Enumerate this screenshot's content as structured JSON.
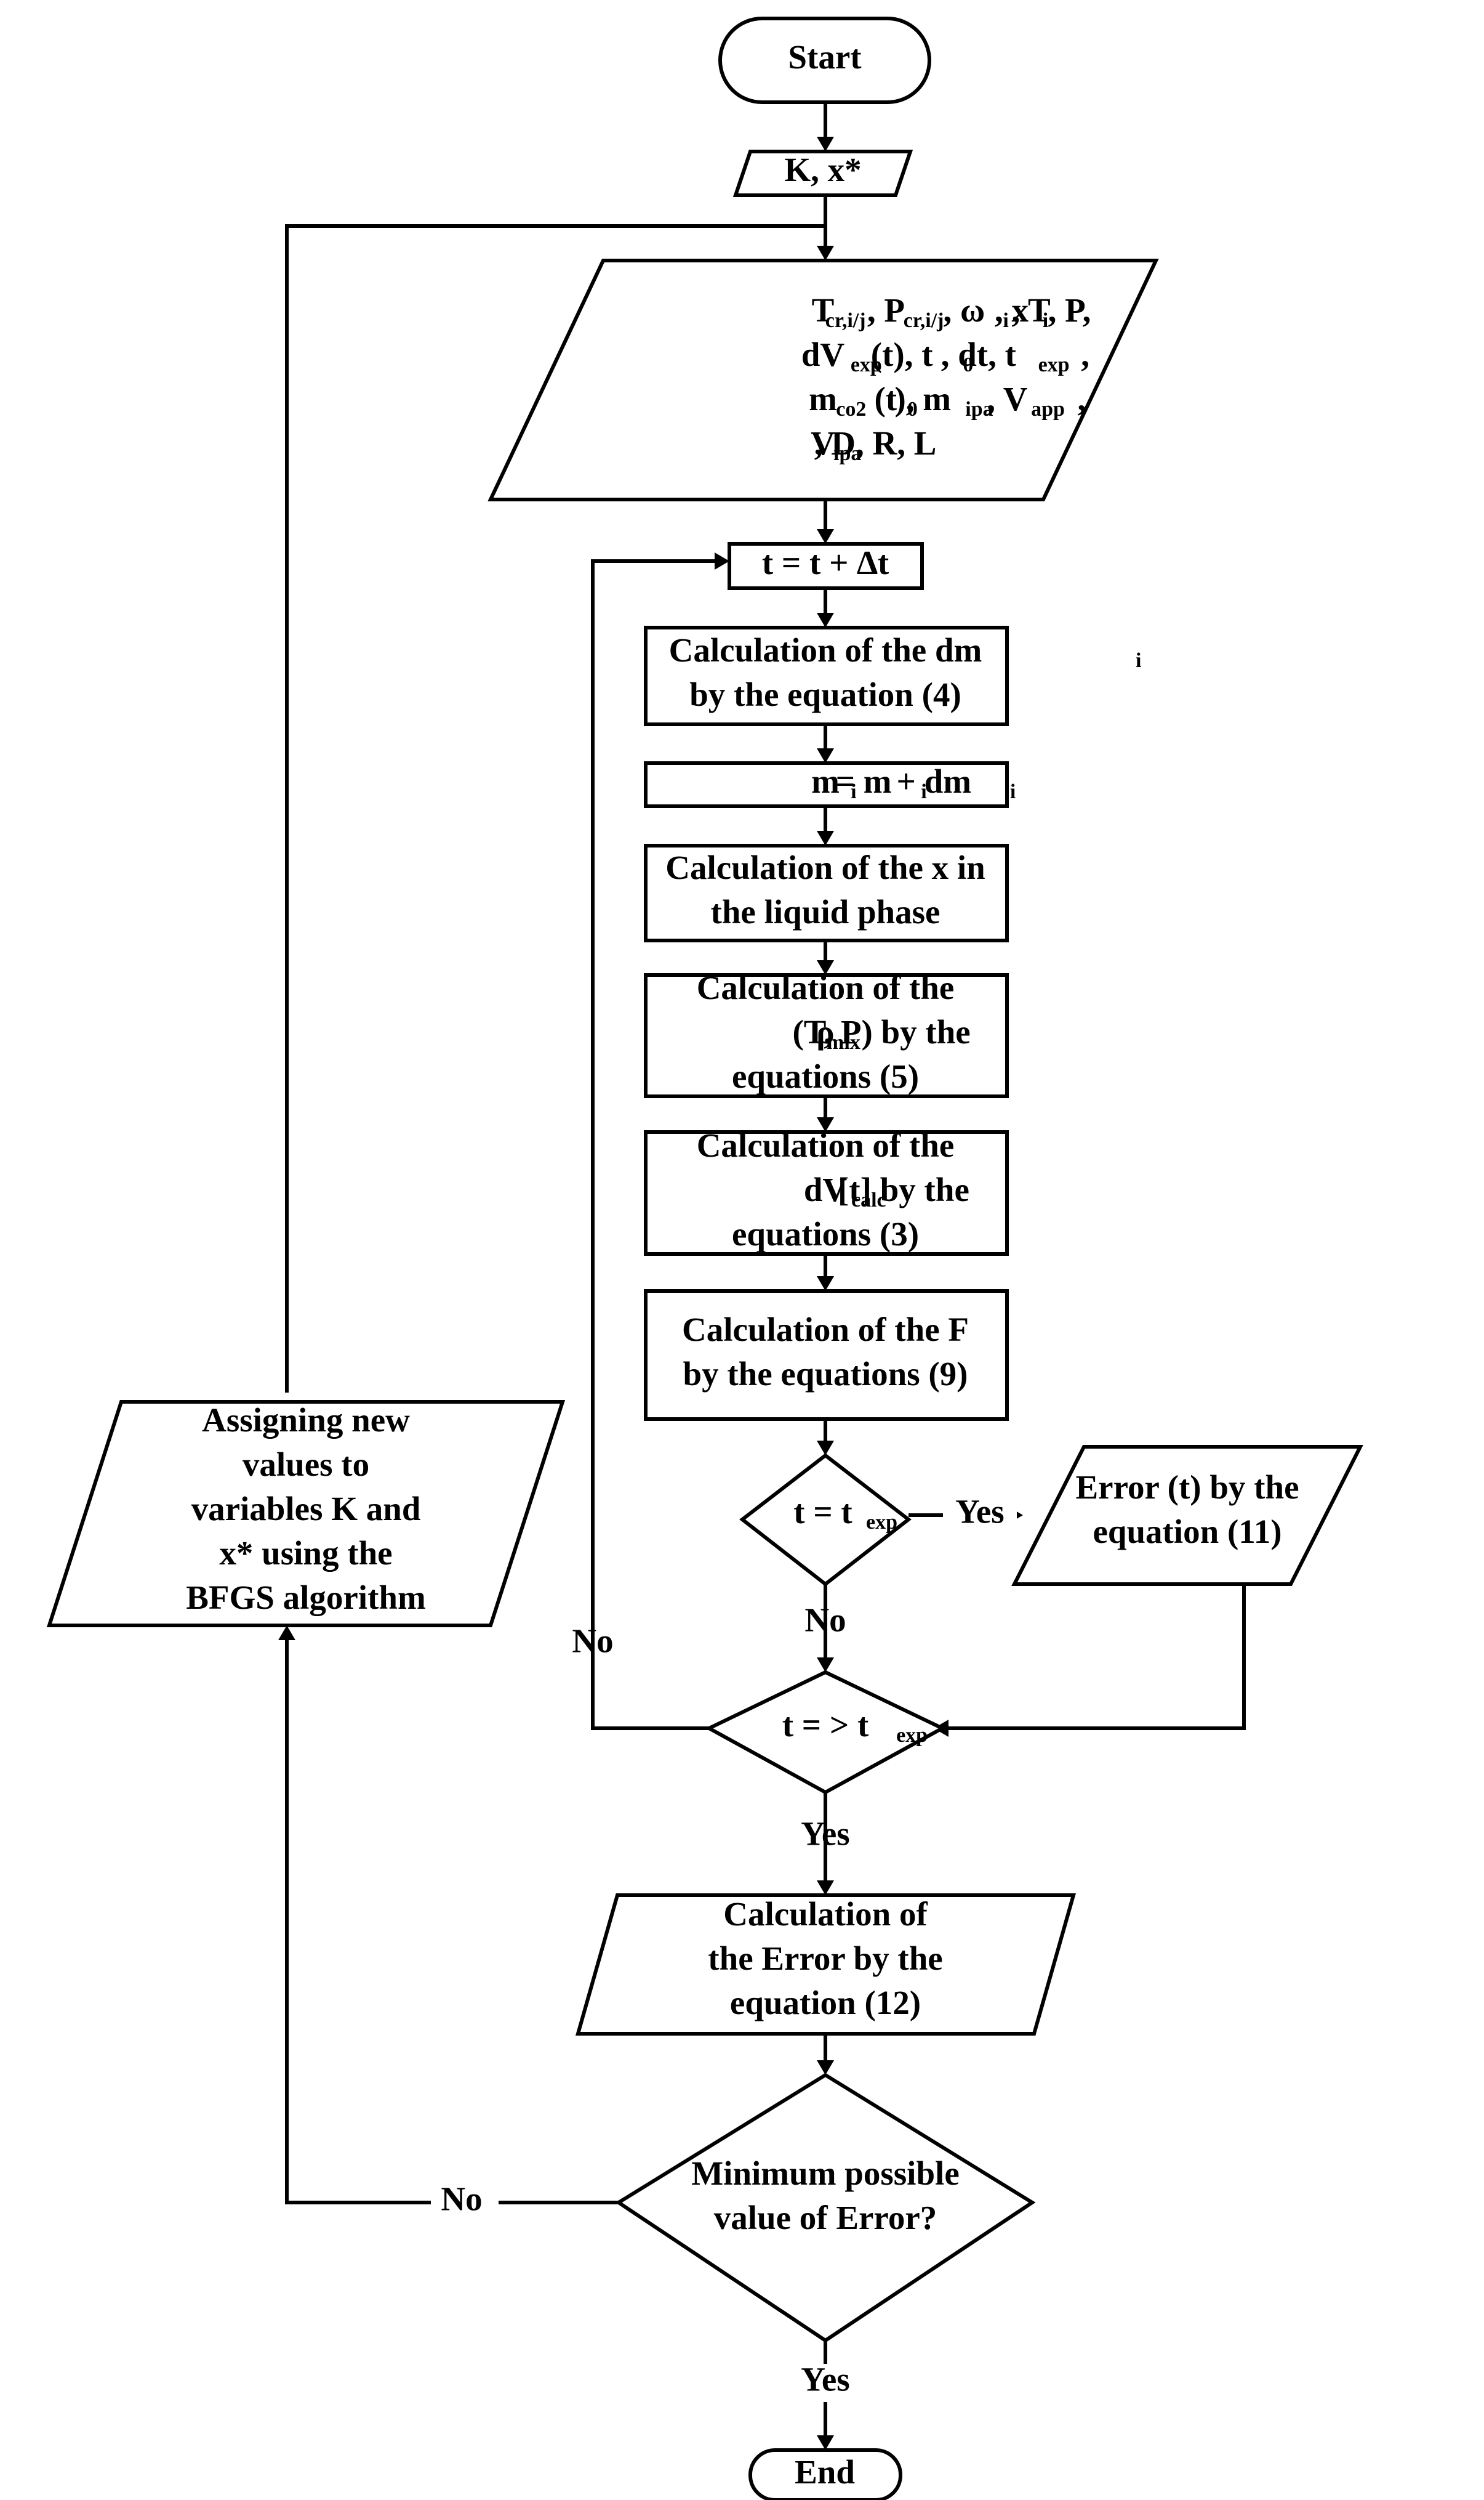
{
  "nodes": {
    "start": {
      "lines": [
        [
          {
            "t": "Start"
          }
        ]
      ]
    },
    "input_k": {
      "lines": [
        [
          {
            "t": "K, x*"
          }
        ]
      ]
    },
    "params": {
      "lines": [
        [
          {
            "t": "T"
          },
          {
            "s": "cr,i/j"
          },
          {
            "t": ", P"
          },
          {
            "s": "cr,i/j"
          },
          {
            "t": ", ω"
          },
          {
            "s": "i"
          },
          {
            "t": ", x"
          },
          {
            "s": "i"
          },
          {
            "t": ", T, P,"
          }
        ],
        [
          {
            "t": "dV"
          },
          {
            "s": "exp"
          },
          {
            "t": " (t), t"
          },
          {
            "s": "0"
          },
          {
            "t": ", dt, t"
          },
          {
            "s": "exp"
          },
          {
            "t": ","
          }
        ],
        [
          {
            "t": "m"
          },
          {
            "s": "co2"
          },
          {
            "t": " (t"
          },
          {
            "s": "0"
          },
          {
            "t": "), m"
          },
          {
            "s": "ipa"
          },
          {
            "t": ", V"
          },
          {
            "s": "app"
          },
          {
            "t": ","
          }
        ],
        [
          {
            "t": "V"
          },
          {
            "s": "ipa"
          },
          {
            "t": ", D, R, L"
          }
        ]
      ]
    },
    "step_t": {
      "lines": [
        [
          {
            "t": "t = t + ∆t"
          }
        ]
      ]
    },
    "calc_dm": {
      "lines": [
        [
          {
            "t": "Calculation of the dm"
          },
          {
            "s": "i"
          }
        ],
        [
          {
            "t": "by the equation (4)"
          }
        ]
      ]
    },
    "update_m": {
      "lines": [
        [
          {
            "t": "m"
          },
          {
            "s": "i"
          },
          {
            "t": " = m"
          },
          {
            "s": "i"
          },
          {
            "t": " + dm"
          },
          {
            "s": "i"
          }
        ]
      ]
    },
    "calc_x": {
      "lines": [
        [
          {
            "t": "Calculation of the x in"
          }
        ],
        [
          {
            "t": "the liquid phase"
          }
        ]
      ]
    },
    "calc_rho": {
      "lines": [
        [
          {
            "t": "Calculation of the"
          }
        ],
        [
          {
            "t": "ρ"
          },
          {
            "s": "mix"
          },
          {
            "t": " (T, P) by the"
          }
        ],
        [
          {
            "t": "equations (5)"
          }
        ]
      ]
    },
    "calc_dv": {
      "lines": [
        [
          {
            "t": "Calculation of the"
          }
        ],
        [
          {
            "t": "dV"
          },
          {
            "s": "calc"
          },
          {
            "t": "[t] by the"
          }
        ],
        [
          {
            "t": "equations (3)"
          }
        ]
      ]
    },
    "calc_f": {
      "lines": [
        [
          {
            "t": "Calculation of the F"
          }
        ],
        [
          {
            "t": "by the equations (9)"
          }
        ]
      ]
    },
    "dec_eq": {
      "lines": [
        [
          {
            "t": "t = t"
          },
          {
            "s": "exp"
          }
        ]
      ]
    },
    "error_t": {
      "lines": [
        [
          {
            "t": "Error (t) by the"
          }
        ],
        [
          {
            "t": "equation (11)"
          }
        ]
      ]
    },
    "dec_ge": {
      "lines": [
        [
          {
            "t": "t = > t"
          },
          {
            "s": "exp"
          }
        ]
      ]
    },
    "calc_error": {
      "lines": [
        [
          {
            "t": "Calculation of"
          }
        ],
        [
          {
            "t": "the Error by the"
          }
        ],
        [
          {
            "t": "equation (12)"
          }
        ]
      ]
    },
    "dec_min": {
      "lines": [
        [
          {
            "t": "Minimum possible"
          }
        ],
        [
          {
            "t": "value of Error?"
          }
        ]
      ]
    },
    "assign": {
      "lines": [
        [
          {
            "t": "Assigning new"
          }
        ],
        [
          {
            "t": "values to"
          }
        ],
        [
          {
            "t": "variables K and"
          }
        ],
        [
          {
            "t": "x* using the"
          }
        ],
        [
          {
            "t": "BFGS algorithm"
          }
        ]
      ]
    },
    "end": {
      "lines": [
        [
          {
            "t": "End"
          }
        ]
      ]
    }
  },
  "edge_labels": {
    "yes_eq": "Yes",
    "no_eq": "No",
    "no_ge": "No",
    "yes_ge": "Yes",
    "no_min": "No",
    "yes_min": "Yes"
  }
}
